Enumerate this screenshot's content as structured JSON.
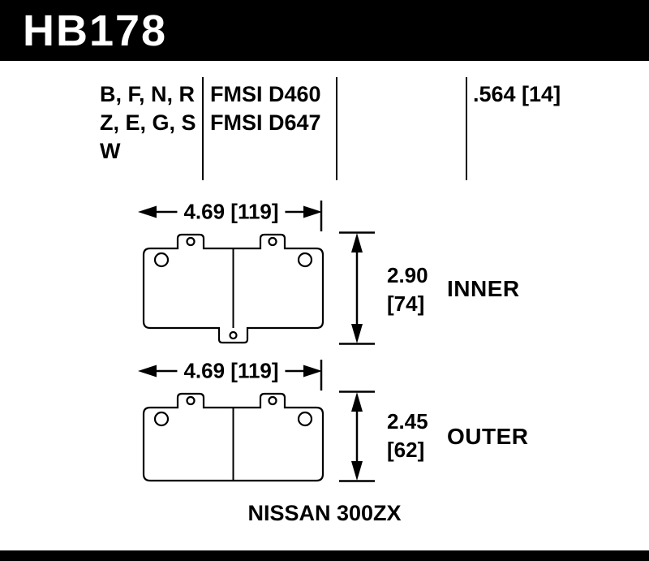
{
  "part_number": "HB178",
  "spec_table": {
    "compound_rows": [
      "B, F, N, R",
      "Z, E, G, S",
      "W"
    ],
    "fmsi_rows": [
      "FMSI D460",
      "FMSI D647"
    ],
    "pad_thickness": ".564 [14]"
  },
  "pads": [
    {
      "position": "INNER",
      "width": "4.69 [119]",
      "height": "2.90",
      "height_mm": "[74]"
    },
    {
      "position": "OUTER",
      "width": "4.69 [119]",
      "height": "2.45",
      "height_mm": "[62]"
    }
  ],
  "vehicle": "NISSAN 300ZX",
  "colors": {
    "bar": "#000000",
    "background": "#ffffff",
    "line": "#000000"
  }
}
